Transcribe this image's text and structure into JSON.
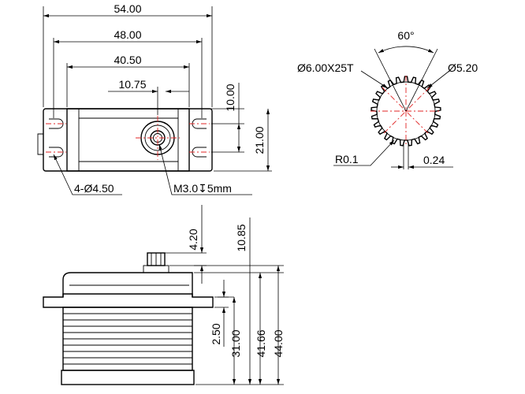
{
  "colors": {
    "line": "#000000",
    "centerline": "#e02424",
    "background": "#ffffff"
  },
  "top_view": {
    "overall_width": "54.00",
    "mount_hole_spacing": "48.00",
    "body_width": "40.50",
    "output_shaft_offset": "10.75",
    "hole_pitch": "10.00",
    "body_depth": "21.00",
    "mount_holes": "4-Ø4.50",
    "output_thread": "M3.0",
    "depth_symbol": "↧",
    "thread_depth": "5mm"
  },
  "spline_detail": {
    "angle": "60°",
    "spline_spec": "Ø6.00X25T",
    "outer_diameter": "Ø5.20",
    "root_radius": "R0.1",
    "tooth_width": "0.24"
  },
  "side_view": {
    "spline_height": "4.20",
    "shaft_height": "10.85",
    "flange_thickness": "2.50",
    "flange_height": "31.00",
    "case_height": "41.66",
    "total_height": "44.00"
  }
}
